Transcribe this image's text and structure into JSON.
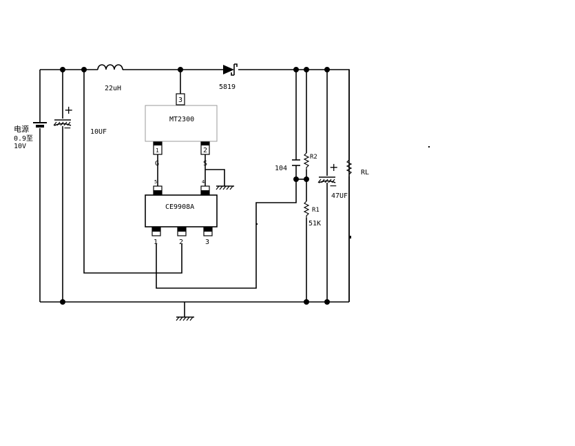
{
  "diagram": {
    "labels": {
      "inductor": "22uH",
      "diode": "5819",
      "mosfet": "MT2300",
      "mosfet_pin_drain": "3",
      "mosfet_pin_gate": "1",
      "mosfet_pin_source": "2",
      "mosfet_g": "G",
      "mosfet_s": "S",
      "ic": "CE9908A",
      "ic_pin1": "1",
      "ic_pin2": "2",
      "ic_pin3": "3",
      "ic_pin4": "4",
      "ic_pin5": "5",
      "cap_in": "10UF",
      "cap_ff": "104",
      "r2": "R2",
      "r1": "R1",
      "r1_value": "51K",
      "cap_out": "47UF",
      "load": "RL",
      "source_line1": "电源",
      "source_line2": "0.9至",
      "source_line3": "10V",
      "plus_in": "+",
      "minus_in": "−",
      "plus_out": "+",
      "minus_out": "−"
    }
  }
}
